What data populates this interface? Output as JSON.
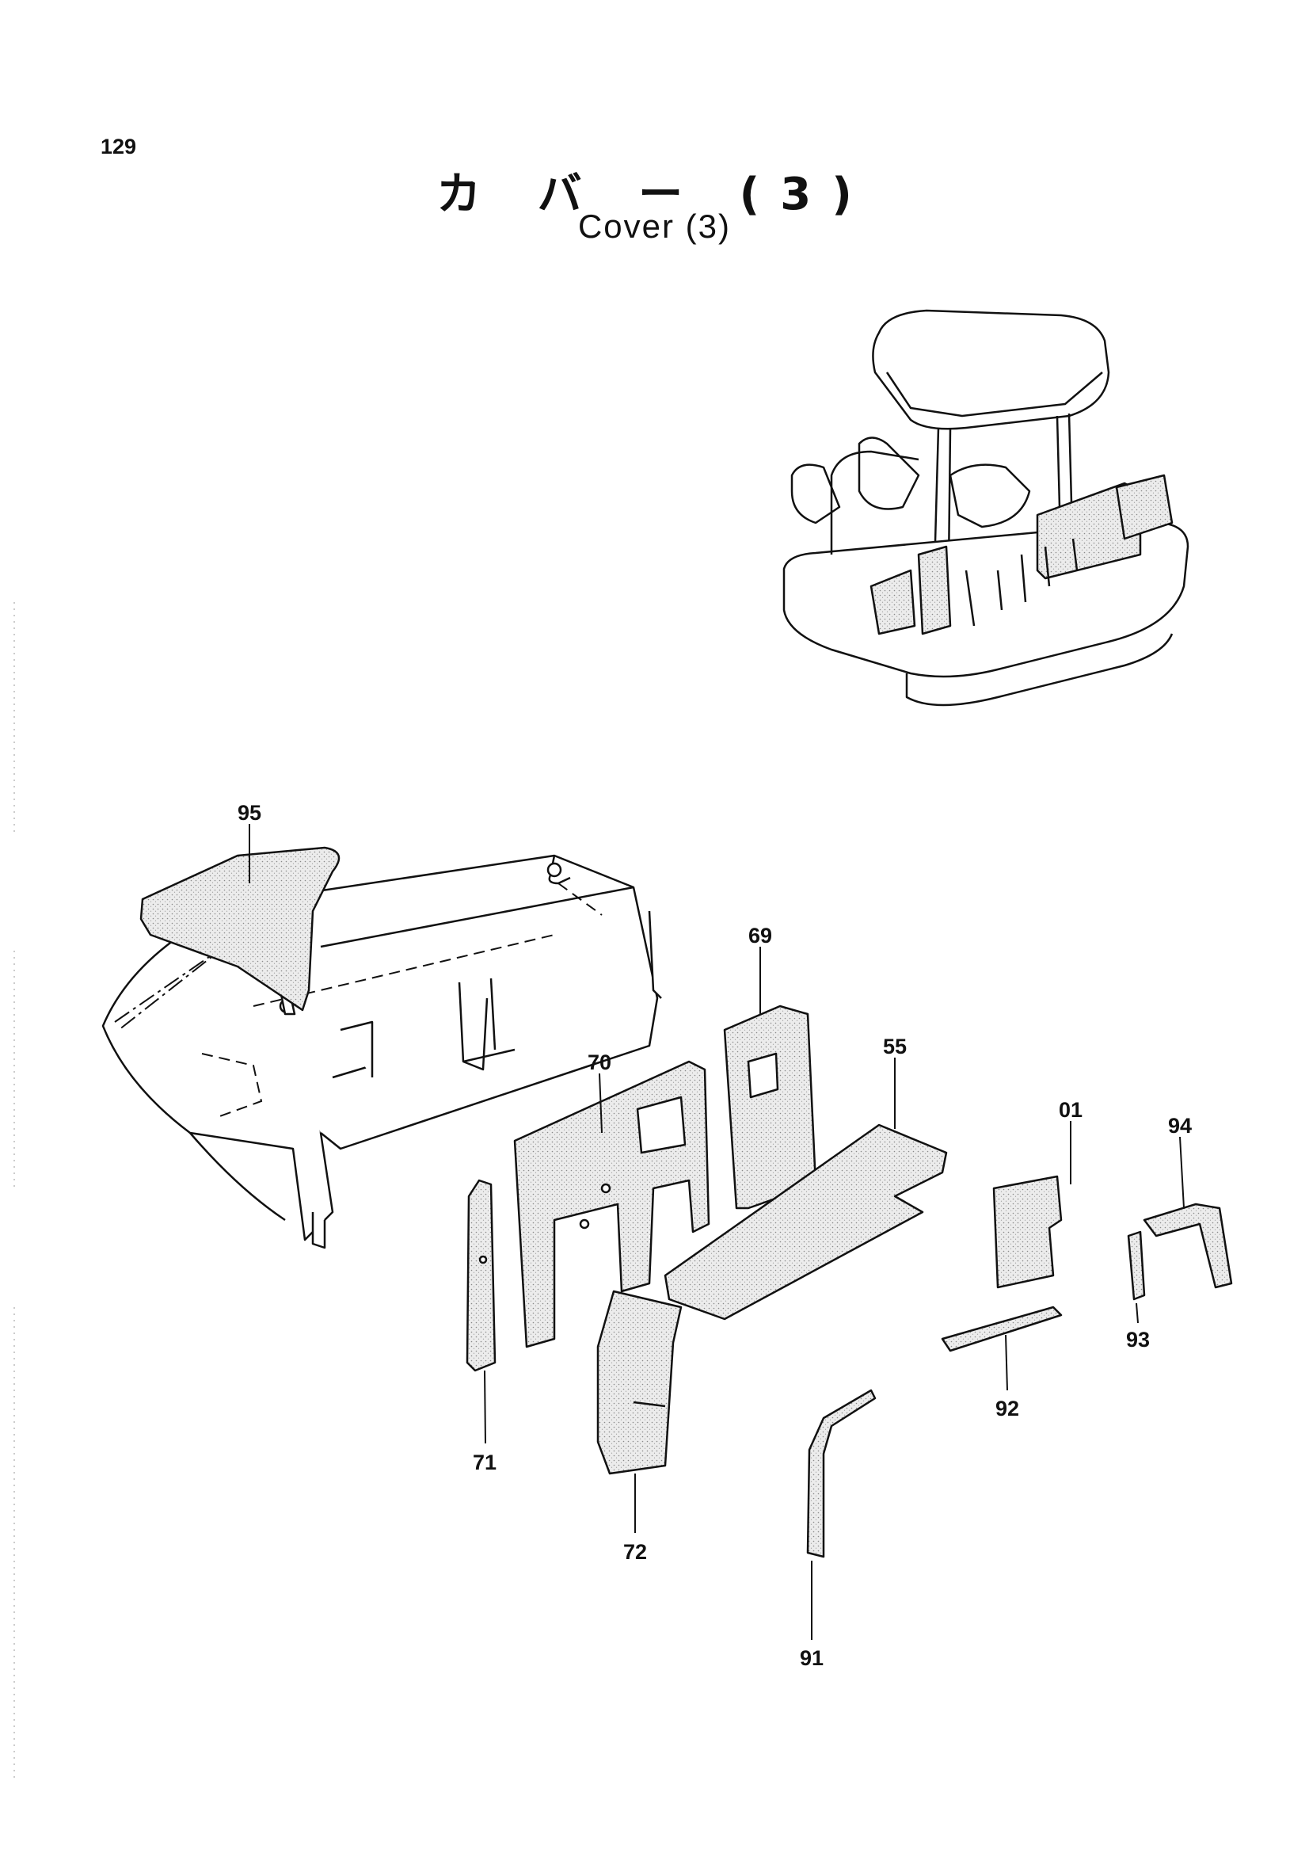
{
  "page_number": "129",
  "title_ja": "カ バ ー (3)",
  "title_en": "Cover (3)",
  "part_labels": [
    "95",
    "69",
    "70",
    "55",
    "01",
    "94",
    "71",
    "93",
    "92",
    "72",
    "91"
  ],
  "colors": {
    "ink": "#111111",
    "fill": "#e4e4e4",
    "paper": "#ffffff"
  }
}
